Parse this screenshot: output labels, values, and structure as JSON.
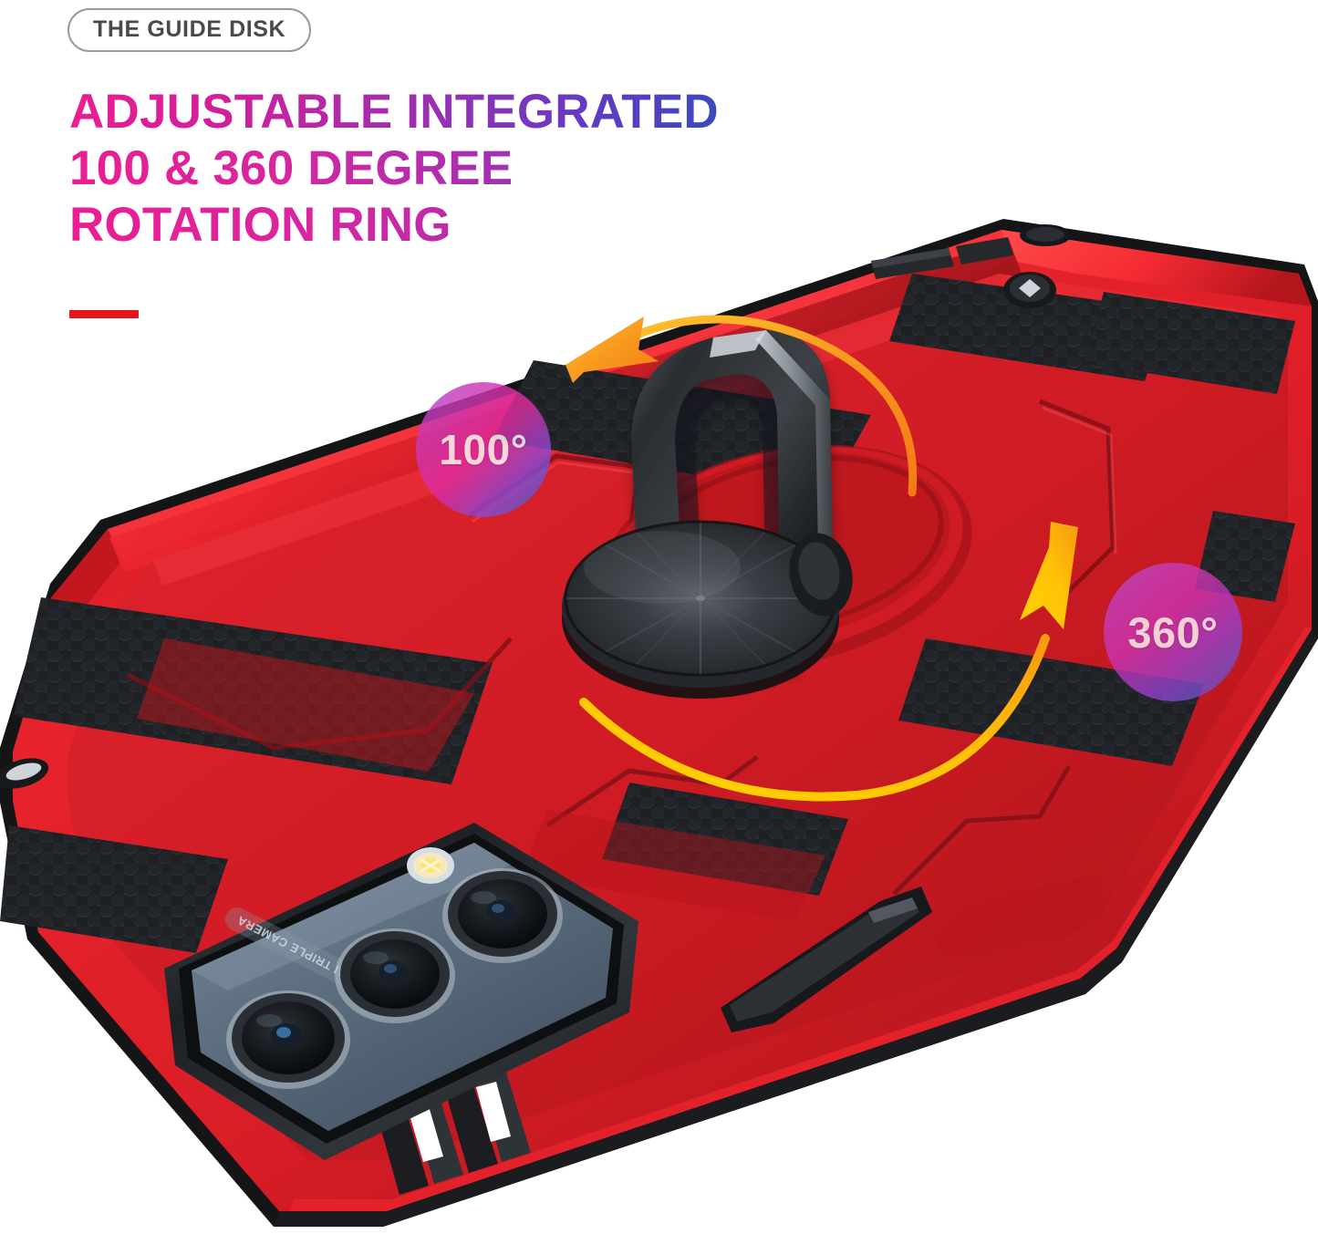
{
  "header": {
    "eyebrow": "THE GUIDE DISK",
    "headline_lines": [
      "ADJUSTABLE INTEGRATED",
      "100 & 360 DEGREE",
      "ROTATION RING"
    ],
    "accent_rule_color": "#e8141a"
  },
  "badges": [
    {
      "id": "badge-100",
      "label": "100°",
      "name": "tilt-angle-badge"
    },
    {
      "id": "badge-360",
      "label": "360°",
      "name": "rotation-angle-badge"
    }
  ],
  "arrows": {
    "tilt_arrow_color": "#f7941d",
    "rotation_arrow_color": "#ffcc00"
  },
  "product": {
    "type": "armored phone case with kickstand ring",
    "case_color": "#e8232c",
    "case_color_dark": "#8f1118",
    "trim_color": "#1d1d1f",
    "ring_color": "#2b2f33",
    "camera_module_label": "AI TRIPLE CAMERA",
    "camera_plate_color": "#5f7183",
    "lens_count": 3,
    "flash_color": "#ffe9a8"
  },
  "palette": {
    "brand_pink": "#ec1d92",
    "brand_purple": "#9b31b5",
    "brand_blue": "#1f55b5",
    "white": "#ffffff",
    "pill_border": "#9a9a9a",
    "pill_text": "#4a4a4a"
  }
}
